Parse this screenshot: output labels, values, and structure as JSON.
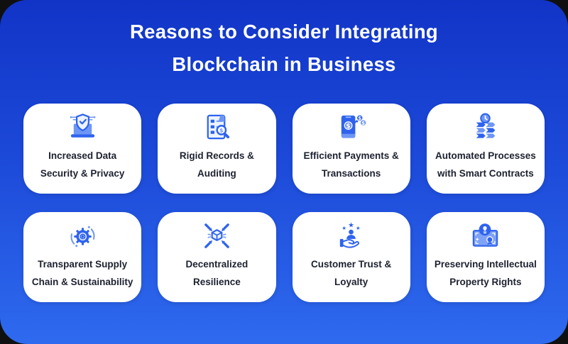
{
  "page": {
    "title_line1": "Reasons to Consider Integrating",
    "title_line2": "Blockchain in Business"
  },
  "theme": {
    "background_gradient_top": "#1134C7",
    "background_gradient_bottom": "#2E6AEF",
    "card_background": "#FFFFFF",
    "title_color": "#FFFFFF",
    "card_text_color": "#1D2130",
    "icon_primary": "#2F63EE",
    "icon_accent": "#6E96F5"
  },
  "cards": [
    {
      "icon": "laptop-shield-icon",
      "label_line1": "Increased Data",
      "label_line2": "Security & Privacy"
    },
    {
      "icon": "records-audit-icon",
      "label_line1": "Rigid Records &",
      "label_line2": "Auditing"
    },
    {
      "icon": "mobile-payment-icon",
      "label_line1": "Efficient Payments &",
      "label_line2": "Transactions"
    },
    {
      "icon": "smart-contract-automation-icon",
      "label_line1": "Automated Processes",
      "label_line2": "with Smart Contracts"
    },
    {
      "icon": "supply-chain-gear-icon",
      "label_line1": "Transparent Supply",
      "label_line2": "Chain & Sustainability"
    },
    {
      "icon": "decentralized-cube-icon",
      "label_line1": "Decentralized",
      "label_line2": "Resilience"
    },
    {
      "icon": "customer-loyalty-hand-icon",
      "label_line1": "Customer Trust &",
      "label_line2": "Loyalty"
    },
    {
      "icon": "intellectual-property-icon",
      "label_line1": "Preserving Intellectual",
      "label_line2": "Property Rights"
    }
  ]
}
